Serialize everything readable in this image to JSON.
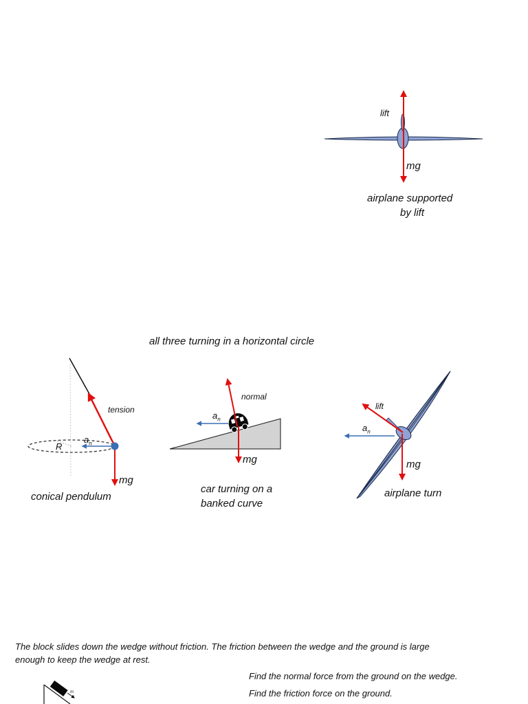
{
  "airplane_level": {
    "lift_label": "lift",
    "mg_label": "mg",
    "caption_line1": "airplane supported",
    "caption_line2": "by lift"
  },
  "heading": "all three turning in a horizontal circle",
  "pendulum": {
    "tension_label": "tension",
    "an_label": "a",
    "an_sub": "n",
    "r_label": "R",
    "mg_label": "mg",
    "caption": "conical pendulum"
  },
  "car": {
    "normal_label": "normal",
    "an_label": "a",
    "an_sub": "n",
    "mg_label": "mg",
    "caption_line1": "car turning on a",
    "caption_line2": "banked curve"
  },
  "airplane_turn": {
    "lift_label": "lift",
    "an_label": "a",
    "an_sub": "n",
    "mg_label": "mg",
    "caption": "airplane turn"
  },
  "problem": {
    "line1": "The block slides down the wedge without friction. The friction between the wedge and the ground is large",
    "line2": "enough to keep the wedge at rest.",
    "q1": "Find the normal force from the ground on the wedge.",
    "q2": "Find the friction force on the ground.",
    "mass_label": "m"
  },
  "colors": {
    "force": "#e01010",
    "accel": "#3b6fb5",
    "plane": "#8fa3d6",
    "wedge": "#d3d3d3"
  }
}
